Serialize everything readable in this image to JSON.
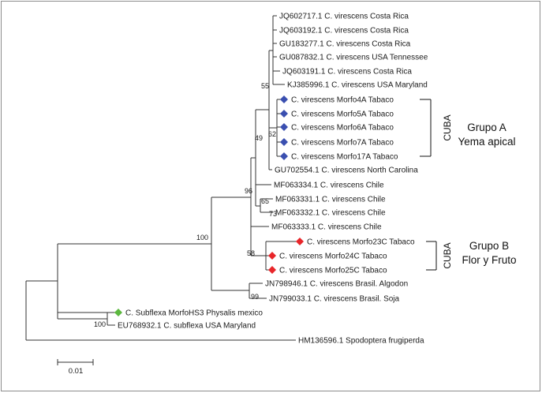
{
  "colors": {
    "cuba_group_a": "#3a4fb0",
    "cuba_group_b": "#e8262a",
    "c_subflexa": "#5cb83f",
    "branch": "#333333"
  },
  "taxa": [
    {
      "label": "JQ602717.1 C. virescens Costa Rica",
      "marker": null
    },
    {
      "label": "JQ603192.1 C. virescens Costa Rica",
      "marker": null
    },
    {
      "label": "GU183277.1 C. virescens Costa Rica",
      "marker": null
    },
    {
      "label": "GU087832.1 C. virescens USA Tennessee",
      "marker": null
    },
    {
      "label": "JQ603191.1 C. virescens Costa Rica",
      "marker": null
    },
    {
      "label": "KJ385996.1 C. virescens USA Maryland",
      "marker": null
    },
    {
      "label": "C. virescens Morfo4A Tabaco",
      "marker": "blue-diamond"
    },
    {
      "label": "C. virescens Morfo5A Tabaco",
      "marker": "blue-diamond"
    },
    {
      "label": "C. virescens Morfo6A Tabaco",
      "marker": "blue-diamond"
    },
    {
      "label": "C. virescens Morfo7A Tabaco",
      "marker": "blue-diamond"
    },
    {
      "label": "C. virescens Morfo17A Tabaco",
      "marker": "blue-diamond"
    },
    {
      "label": "GU702554.1 C. virescens North Carolina",
      "marker": null
    },
    {
      "label": "MF063334.1 C. virescens Chile",
      "marker": null
    },
    {
      "label": "MF063331.1 C. virescens Chile",
      "marker": null
    },
    {
      "label": "MF063332.1 C. virescens Chile",
      "marker": null
    },
    {
      "label": "MF063333.1 C. virescens Chile",
      "marker": null
    },
    {
      "label": "C. virescens Morfo23C Tabaco",
      "marker": "red-diamond"
    },
    {
      "label": "C. virescens Morfo24C Tabaco",
      "marker": "red-diamond"
    },
    {
      "label": "C. virescens Morfo25C Tabaco",
      "marker": "red-diamond"
    },
    {
      "label": "JN798946.1 C. virescens Brasil. Algodon",
      "marker": null
    },
    {
      "label": "JN799033.1 C. virescens Brasil. Soja",
      "marker": null
    },
    {
      "label": "C. Subflexa MorfoHS3 Physalis mexico",
      "marker": "green-diamond"
    },
    {
      "label": "EU768932.1 C. subflexa USA Maryland",
      "marker": null
    },
    {
      "label": "HM136596.1 Spodoptera frugiperda",
      "marker": null
    }
  ],
  "bootstrap": [
    "55",
    "62",
    "49",
    "96",
    "65",
    "73",
    "100",
    "58",
    "99",
    "100"
  ],
  "groups": {
    "a": {
      "line1": "Grupo A",
      "line2": "Yema apical",
      "country": "CUBA"
    },
    "b": {
      "line1": "Grupo B",
      "line2": "Flor y Fruto",
      "country": "CUBA"
    }
  },
  "scale_bar": {
    "label": "0.01"
  }
}
